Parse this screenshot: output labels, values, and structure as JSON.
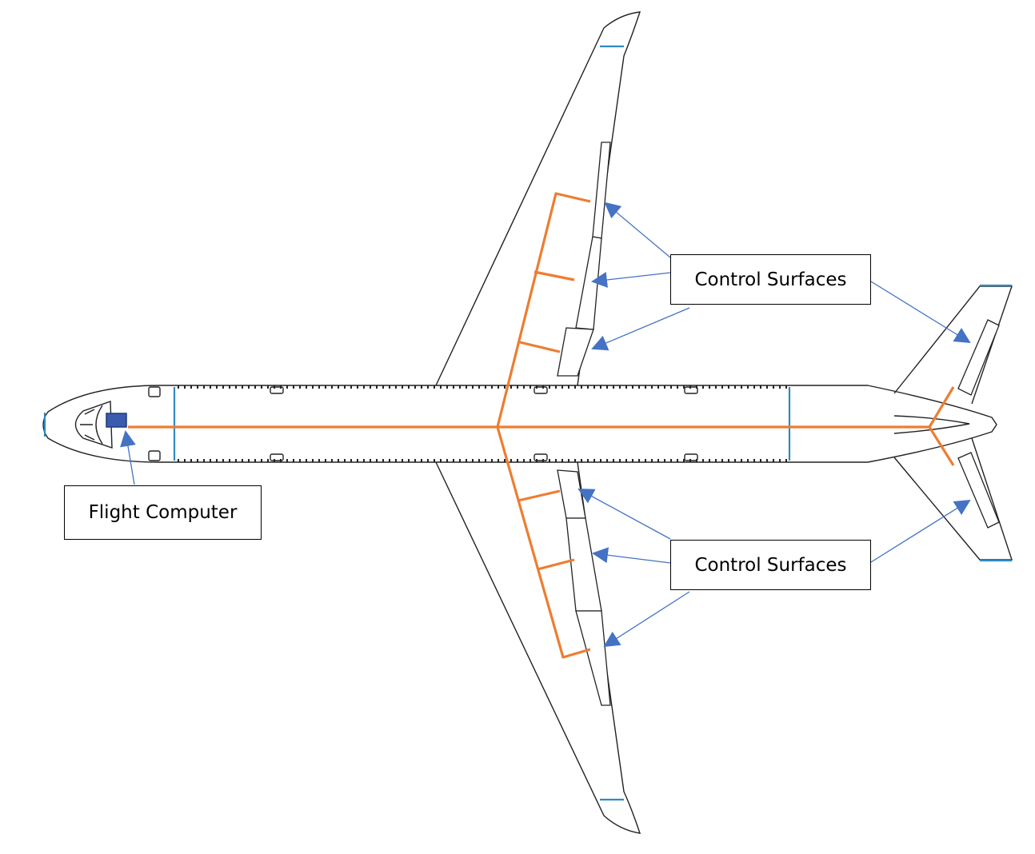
{
  "labels": {
    "flight_computer": "Flight Computer",
    "control_surfaces_upper": "Control Surfaces",
    "control_surfaces_lower": "Control Surfaces"
  },
  "colors": {
    "outline": "#222222",
    "wiring": "#ED7D31",
    "arrow": "#4472C4",
    "bulkhead": "#2E8BC0",
    "flight_computer_fill": "#3A5BAE",
    "flight_computer_stroke": "#1F3A7A"
  }
}
